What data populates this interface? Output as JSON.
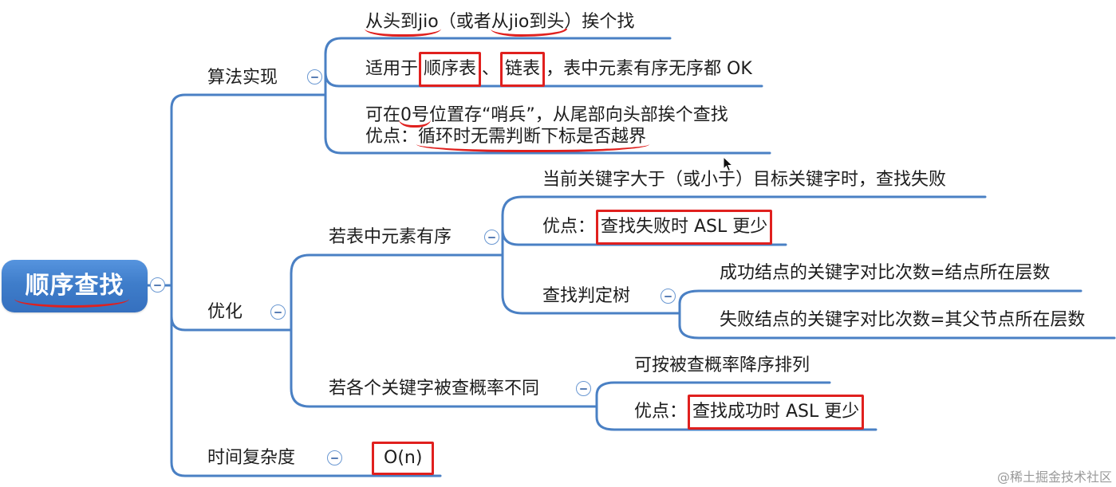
{
  "root": {
    "label": "顺序查找"
  },
  "impl": {
    "label": "算法实现",
    "item1": {
      "seg1": "从头到jio",
      "seg2": "（或者",
      "seg3": "从jio到头",
      "seg4": "）挨个找"
    },
    "item2": {
      "seg1": "适用于",
      "seg2": "顺序表",
      "seg3": "、",
      "seg4": "链表",
      "seg5": "，表中元素有序无序都 OK"
    },
    "item3": {
      "line1_seg1": "可在",
      "line1_seg2": "0号",
      "line1_seg3": "位置存“哨兵”，从尾部向头部挨个查找",
      "line2_seg1": "优点：",
      "line2_seg2": "循环时无需判断下标是否越界"
    }
  },
  "optimize": {
    "label": "优化",
    "ordered": {
      "label": "若表中元素有序",
      "item1": "当前关键字大于（或小于）目标关键字时，查找失败",
      "item2": {
        "prefix": "优点：",
        "boxed": "查找失败时 ASL 更少"
      },
      "tree": {
        "label": "查找判定树",
        "item1": "成功结点的关键字对比次数=结点所在层数",
        "item2": "失败结点的关键字对比次数=其父节点所在层数"
      }
    },
    "probability": {
      "label": "若各个关键字被查概率不同",
      "item1": "可按被查概率降序排列",
      "item2": {
        "prefix": "优点：",
        "boxed": "查找成功时 ASL 更少"
      }
    }
  },
  "complexity": {
    "label": "时间复杂度",
    "value": "O(n)"
  },
  "watermark": "@稀土掘金技术社区",
  "icons": {
    "collapse": "collapse-minus-icon",
    "cursor": "mouse-pointer-icon"
  },
  "colors": {
    "connector": "#4a80c4",
    "root_fill": "#3f7dca",
    "annotation_red": "#e0201e",
    "text": "#1d1d1d",
    "watermark": "#9a9a9a"
  }
}
